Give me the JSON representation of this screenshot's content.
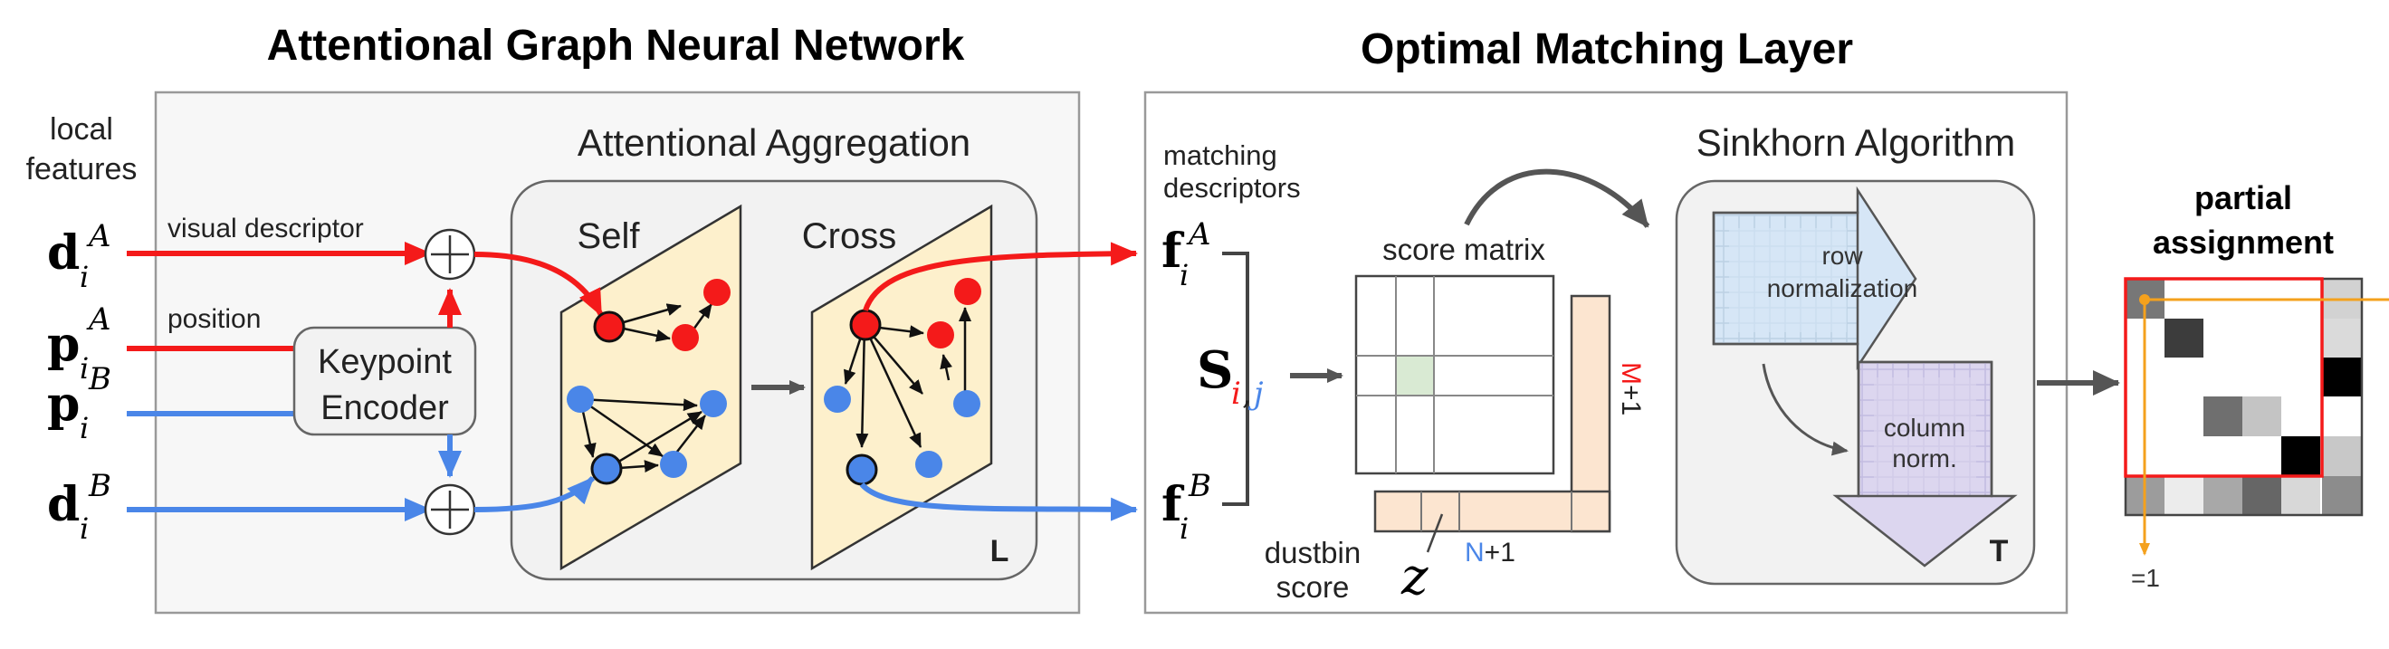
{
  "gnn": {
    "title": "Attentional Graph Neural Network",
    "side_label_line1": "local",
    "side_label_line2": "features",
    "visual_descriptor": "visual descriptor",
    "position": "position",
    "encoder_line1": "Keypoint",
    "encoder_line2": "Encoder",
    "aggregation_title": "Attentional Aggregation",
    "self_label": "Self",
    "cross_label": "Cross",
    "repeat_label": "L",
    "inputs": {
      "dA_base": "d",
      "dA_sub": "i",
      "dA_sup": "A",
      "pA_base": "p",
      "pA_sub": "i",
      "pA_sup": "A",
      "pB_base": "p",
      "pB_sub": "i",
      "pB_sup": "B",
      "dB_base": "d",
      "dB_sub": "i",
      "dB_sup": "B"
    }
  },
  "oml": {
    "title": "Optimal Matching Layer",
    "matching_line1": "matching",
    "matching_line2": "descriptors",
    "fA_base": "f",
    "fA_sub": "i",
    "fA_sup": "A",
    "fB_base": "f",
    "fB_sub": "i",
    "fB_sup": "B",
    "S_base": "S",
    "S_i": "i",
    "S_comma": ",",
    "S_j": "j",
    "score_matrix": "score matrix",
    "M_letter": "M",
    "M_plus": "+1",
    "N_letter": "N",
    "N_plus": "+1",
    "dustbin_line1": "dustbin",
    "dustbin_line2": "score",
    "z": "z",
    "sinkhorn_title": "Sinkhorn Algorithm",
    "row_line1": "row",
    "row_line2": "normalization",
    "col_line1": "column",
    "col_line2": "norm.",
    "repeat_label": "T"
  },
  "assignment": {
    "title_line1": "partial",
    "title_line2": "assignment",
    "sum_label": "=1"
  },
  "colors": {
    "red": "#f41a1a",
    "blue": "#4a86e8",
    "panel_border": "#999999",
    "inner_fill": "#f2f2f2",
    "plane_fill": "#fdf0cc",
    "dustbin_fill": "#fce5d0",
    "row_arrow_fill": "#d6e6f6",
    "col_arrow_fill": "#dcd6ef",
    "highlight_cell": "#d9ead3",
    "sum_line": "#f4a11d"
  }
}
